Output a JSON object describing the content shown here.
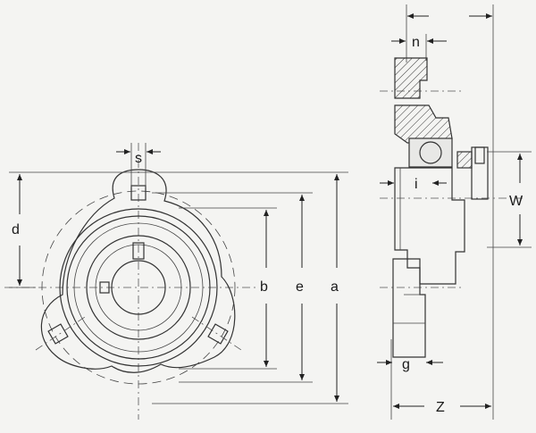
{
  "dimension_labels": {
    "s": "s",
    "d": "d",
    "b": "b",
    "e": "e",
    "a": "a",
    "n": "n",
    "i": "i",
    "W": "W",
    "g": "g",
    "Z": "Z"
  }
}
